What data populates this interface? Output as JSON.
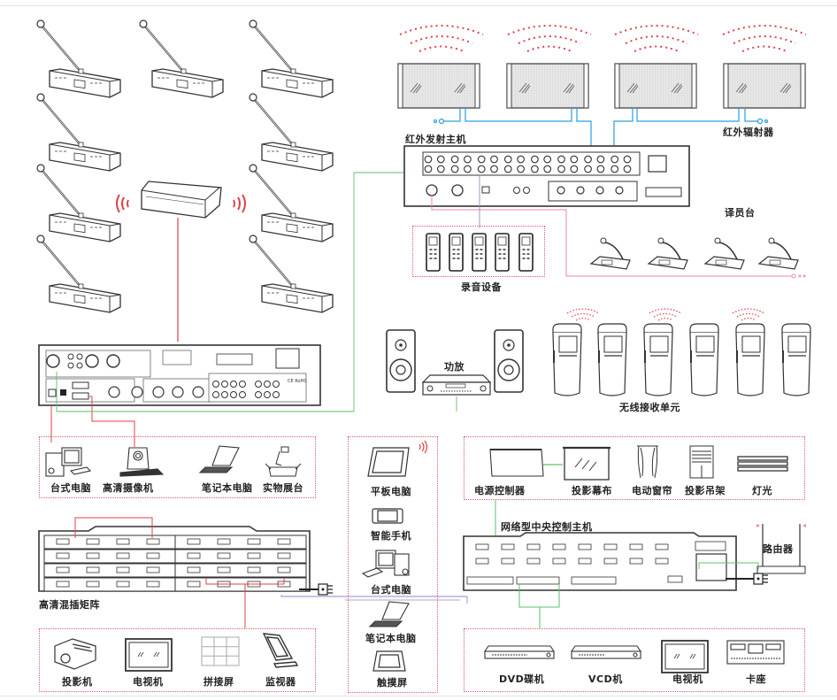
{
  "diagram": {
    "title_hidden": "",
    "colors": {
      "red_line": "#e0404a",
      "blue_line": "#2a9ee0",
      "green_line": "#5cbf6a",
      "purple_line": "#9a86c6",
      "pink_line": "#e88aa8",
      "dotted_box": "#e05a6a",
      "device_stroke": "#333333",
      "device_fill": "#f7f7f7"
    },
    "labels": {
      "ir_transmitter": "红外发射主机",
      "ir_radiator": "红外辐射器",
      "recording_devices": "录音设备",
      "interpreter_desk": "译员台",
      "amplifier": "功放",
      "wireless_receivers": "无线接收单元",
      "hd_matrix": "高清混插矩阵",
      "central_controller": "网络型中央控制主机",
      "router": "路由器"
    },
    "input_sources": [
      {
        "label": "台式电脑",
        "icon": "desktop-computer"
      },
      {
        "label": "高清摄像机",
        "icon": "hd-camera"
      },
      {
        "label": "笔记本电脑",
        "icon": "laptop"
      },
      {
        "label": "实物展台",
        "icon": "document-camera"
      }
    ],
    "outputs": [
      {
        "label": "投影机",
        "icon": "projector"
      },
      {
        "label": "电视机",
        "icon": "tv"
      },
      {
        "label": "拼接屏",
        "icon": "video-wall"
      },
      {
        "label": "监视器",
        "icon": "monitor"
      }
    ],
    "control_terminals": [
      {
        "label": "平板电脑",
        "icon": "tablet"
      },
      {
        "label": "智能手机",
        "icon": "smartphone"
      },
      {
        "label": "台式电脑",
        "icon": "desktop-computer"
      },
      {
        "label": "笔记本电脑",
        "icon": "laptop"
      },
      {
        "label": "触摸屏",
        "icon": "touch-panel"
      }
    ],
    "controlled_devices": [
      {
        "label": "电源控制器",
        "icon": "power-controller"
      },
      {
        "label": "投影幕布",
        "icon": "projection-screen"
      },
      {
        "label": "电动窗帘",
        "icon": "curtain"
      },
      {
        "label": "投影吊架",
        "icon": "projector-lift"
      },
      {
        "label": "灯光",
        "icon": "lighting"
      }
    ],
    "av_players": [
      {
        "label": "DVD碟机",
        "icon": "dvd-player"
      },
      {
        "label": "VCD机",
        "icon": "vcd-player"
      },
      {
        "label": "电视机",
        "icon": "tv"
      },
      {
        "label": "卡座",
        "icon": "cassette-deck"
      }
    ],
    "conference_units_count": 10,
    "ir_radiators_count": 4,
    "recorders_count": 5,
    "interpreter_units_count": 4,
    "wireless_receivers_count": 6
  }
}
